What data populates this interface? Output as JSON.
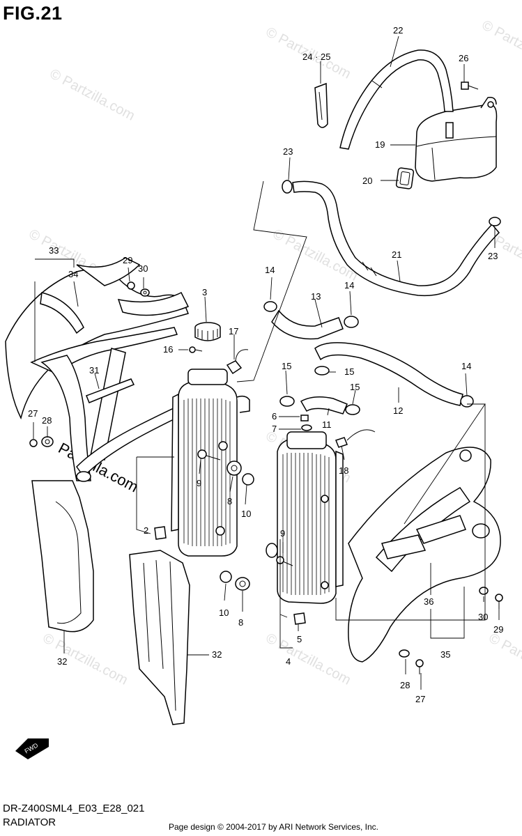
{
  "figure": {
    "title": "FIG.21",
    "model_code": "DR-Z400SML4_E03_E28_021",
    "section_name": "RADIATOR",
    "copyright": "Page design © 2004-2017 by ARI Network Services, Inc.",
    "watermark": "© Partzilla.com",
    "watermark_center": "Partzilla.com",
    "fwd_label": "FWD"
  },
  "callouts": {
    "c22": "22",
    "c2425": "24 · 25",
    "c26": "26",
    "c19": "19",
    "c20": "20",
    "c23a": "23",
    "c23b": "23",
    "c21": "21",
    "c33": "33",
    "c34": "34",
    "c29a": "29",
    "c30a": "30",
    "c3": "3",
    "c14a": "14",
    "c13": "13",
    "c14b": "14",
    "c17": "17",
    "c16": "16",
    "c31": "31",
    "c15a": "15",
    "c15b": "15",
    "c15c": "15",
    "c14c": "14",
    "c12": "12",
    "c27a": "27",
    "c28a": "28",
    "c6": "6",
    "c7": "7",
    "c11": "11",
    "c18": "18",
    "c9a": "9",
    "c8a": "8",
    "c10a": "10",
    "c2": "2",
    "c9b": "9",
    "c10b": "10",
    "c8b": "8",
    "c32a": "32",
    "c32b": "32",
    "c5": "5",
    "c4": "4",
    "c36": "36",
    "c30b": "30",
    "c29b": "29",
    "c35": "35",
    "c28b": "28",
    "c27b": "27"
  }
}
